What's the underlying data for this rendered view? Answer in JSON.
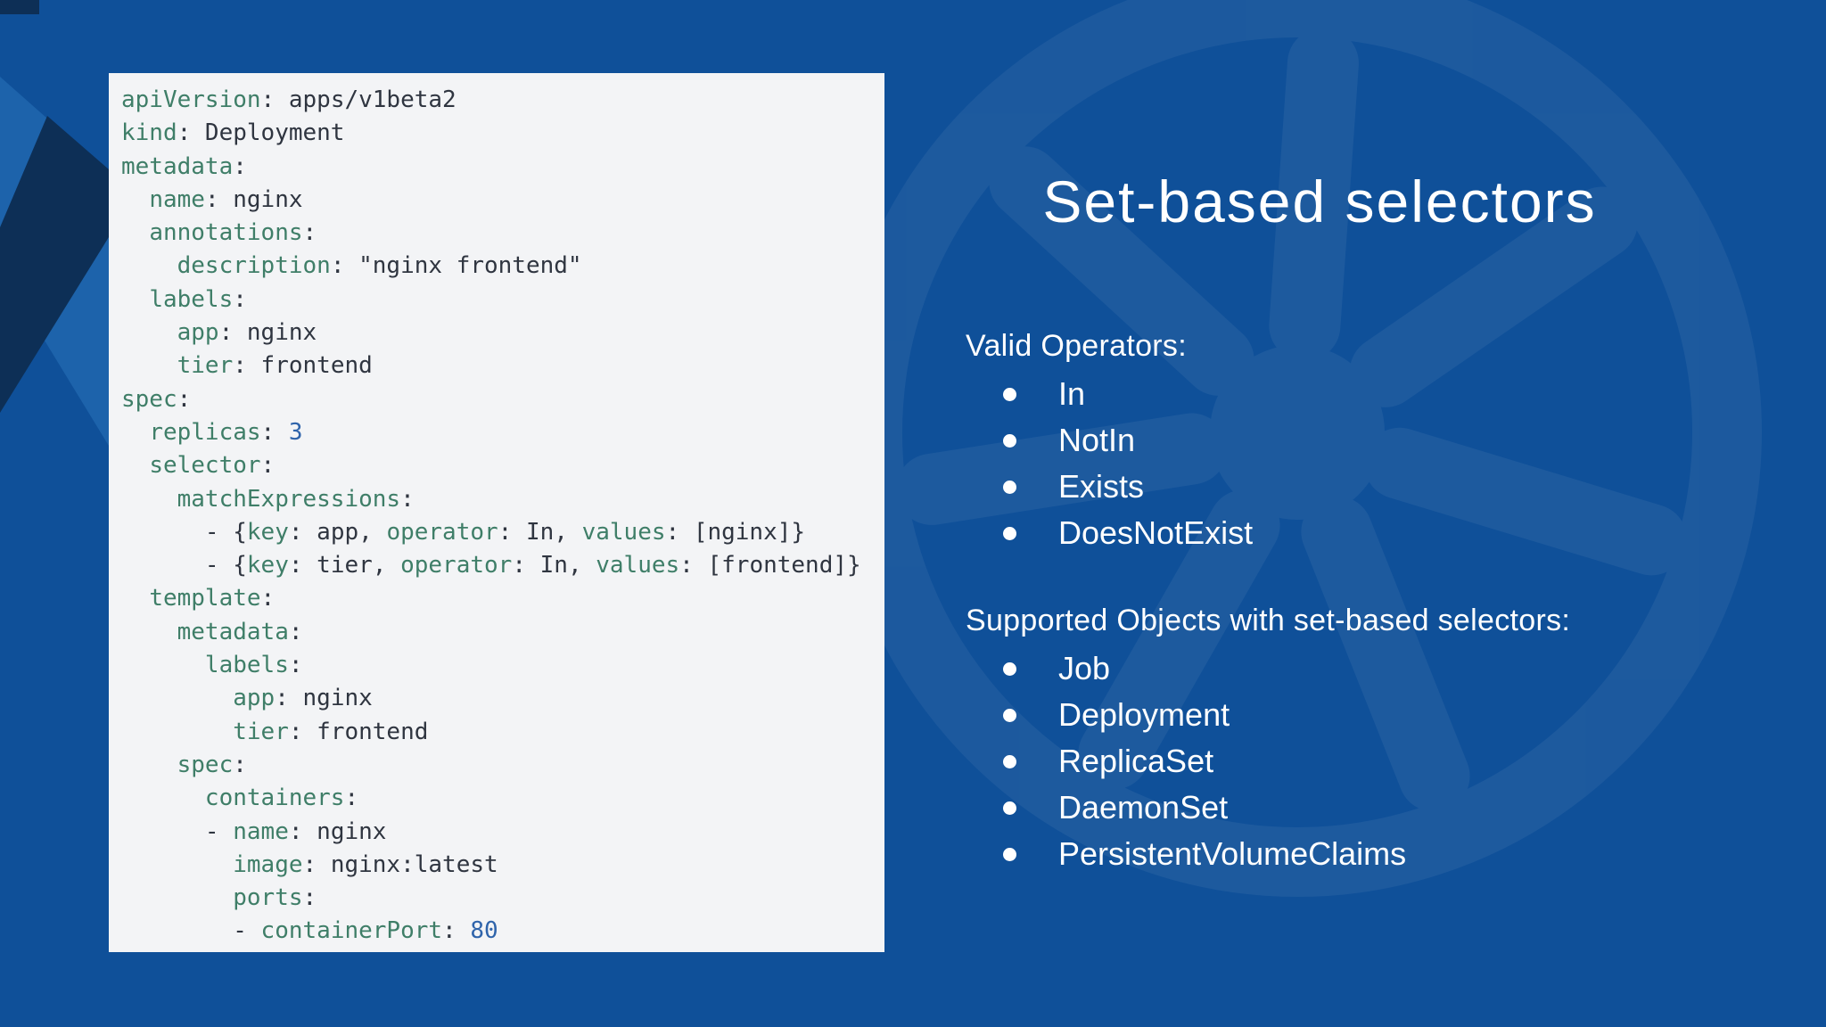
{
  "slide": {
    "title": "Set-based selectors"
  },
  "colors": {
    "background": "#0f5099",
    "panel": "#f3f4f6",
    "token_key": "#3f7e68",
    "token_plain": "#2f3540",
    "token_number": "#2f64ab",
    "band_light": "#1d63ab",
    "band_dark": "#0d2f56",
    "text": "#ffffff"
  },
  "icons": {
    "watermark": "kubernetes-wheel-icon"
  },
  "code_panel": {
    "language": "yaml",
    "lines": [
      [
        [
          "key",
          "apiVersion"
        ],
        [
          "plain",
          ": apps/v1beta2"
        ]
      ],
      [
        [
          "key",
          "kind"
        ],
        [
          "plain",
          ": Deployment"
        ]
      ],
      [
        [
          "key",
          "metadata"
        ],
        [
          "plain",
          ":"
        ]
      ],
      [
        [
          "plain",
          "  "
        ],
        [
          "key",
          "name"
        ],
        [
          "plain",
          ": nginx"
        ]
      ],
      [
        [
          "plain",
          "  "
        ],
        [
          "key",
          "annotations"
        ],
        [
          "plain",
          ":"
        ]
      ],
      [
        [
          "plain",
          "    "
        ],
        [
          "key",
          "description"
        ],
        [
          "plain",
          ": \"nginx frontend\""
        ]
      ],
      [
        [
          "plain",
          "  "
        ],
        [
          "key",
          "labels"
        ],
        [
          "plain",
          ":"
        ]
      ],
      [
        [
          "plain",
          "    "
        ],
        [
          "key",
          "app"
        ],
        [
          "plain",
          ": nginx"
        ]
      ],
      [
        [
          "plain",
          "    "
        ],
        [
          "key",
          "tier"
        ],
        [
          "plain",
          ": frontend"
        ]
      ],
      [
        [
          "key",
          "spec"
        ],
        [
          "plain",
          ":"
        ]
      ],
      [
        [
          "plain",
          "  "
        ],
        [
          "key",
          "replicas"
        ],
        [
          "plain",
          ": "
        ],
        [
          "num",
          "3"
        ]
      ],
      [
        [
          "plain",
          "  "
        ],
        [
          "key",
          "selector"
        ],
        [
          "plain",
          ":"
        ]
      ],
      [
        [
          "plain",
          "    "
        ],
        [
          "key",
          "matchExpressions"
        ],
        [
          "plain",
          ":"
        ]
      ],
      [
        [
          "plain",
          "      - {"
        ],
        [
          "key",
          "key"
        ],
        [
          "plain",
          ": app, "
        ],
        [
          "key",
          "operator"
        ],
        [
          "plain",
          ": In, "
        ],
        [
          "key",
          "values"
        ],
        [
          "plain",
          ": [nginx]}"
        ]
      ],
      [
        [
          "plain",
          "      - {"
        ],
        [
          "key",
          "key"
        ],
        [
          "plain",
          ": tier, "
        ],
        [
          "key",
          "operator"
        ],
        [
          "plain",
          ": In, "
        ],
        [
          "key",
          "values"
        ],
        [
          "plain",
          ": [frontend]}"
        ]
      ],
      [
        [
          "plain",
          "  "
        ],
        [
          "key",
          "template"
        ],
        [
          "plain",
          ":"
        ]
      ],
      [
        [
          "plain",
          "    "
        ],
        [
          "key",
          "metadata"
        ],
        [
          "plain",
          ":"
        ]
      ],
      [
        [
          "plain",
          "      "
        ],
        [
          "key",
          "labels"
        ],
        [
          "plain",
          ":"
        ]
      ],
      [
        [
          "plain",
          "        "
        ],
        [
          "key",
          "app"
        ],
        [
          "plain",
          ": nginx"
        ]
      ],
      [
        [
          "plain",
          "        "
        ],
        [
          "key",
          "tier"
        ],
        [
          "plain",
          ": frontend"
        ]
      ],
      [
        [
          "plain",
          "    "
        ],
        [
          "key",
          "spec"
        ],
        [
          "plain",
          ":"
        ]
      ],
      [
        [
          "plain",
          "      "
        ],
        [
          "key",
          "containers"
        ],
        [
          "plain",
          ":"
        ]
      ],
      [
        [
          "plain",
          "      - "
        ],
        [
          "key",
          "name"
        ],
        [
          "plain",
          ": nginx"
        ]
      ],
      [
        [
          "plain",
          "        "
        ],
        [
          "key",
          "image"
        ],
        [
          "plain",
          ": nginx:latest"
        ]
      ],
      [
        [
          "plain",
          "        "
        ],
        [
          "key",
          "ports"
        ],
        [
          "plain",
          ":"
        ]
      ],
      [
        [
          "plain",
          "        - "
        ],
        [
          "key",
          "containerPort"
        ],
        [
          "plain",
          ": "
        ],
        [
          "num",
          "80"
        ]
      ]
    ]
  },
  "sections": [
    {
      "heading": "Valid Operators:",
      "items": [
        "In",
        "NotIn",
        "Exists",
        "DoesNotExist"
      ]
    },
    {
      "heading": "Supported Objects with set-based selectors:",
      "items": [
        "Job",
        "Deployment",
        "ReplicaSet",
        "DaemonSet",
        "PersistentVolumeClaims"
      ]
    }
  ]
}
